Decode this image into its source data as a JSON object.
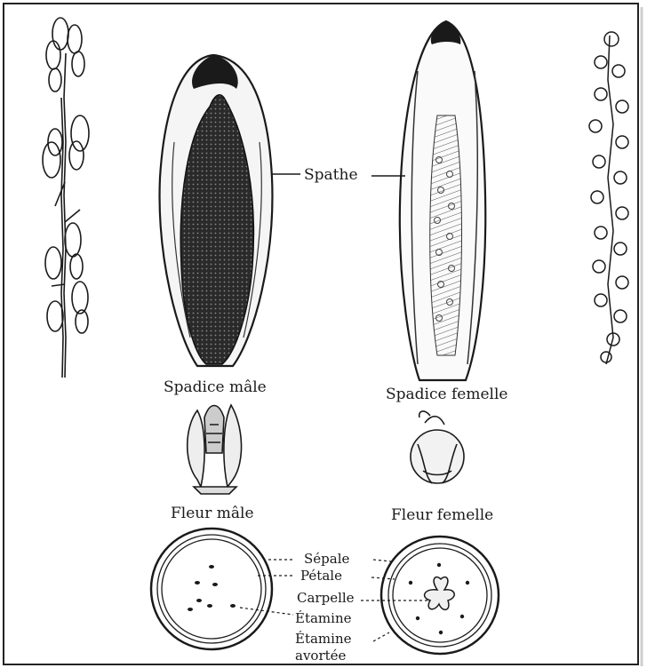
{
  "labels": {
    "spathe": "Spathe",
    "spadice_male": "Spadice mâle",
    "spadice_femelle": "Spadice femelle",
    "fleur_male": "Fleur mâle",
    "fleur_femelle": "Fleur femelle",
    "sepale": "Sépale",
    "petale": "Pétale",
    "carpelle": "Carpelle",
    "etamine": "Étamine",
    "etamine_avortee_1": "Étamine",
    "etamine_avortee_2": "avortée"
  },
  "colors": {
    "ink": "#1a1a1a",
    "frame": "#222222",
    "background": "#ffffff"
  }
}
